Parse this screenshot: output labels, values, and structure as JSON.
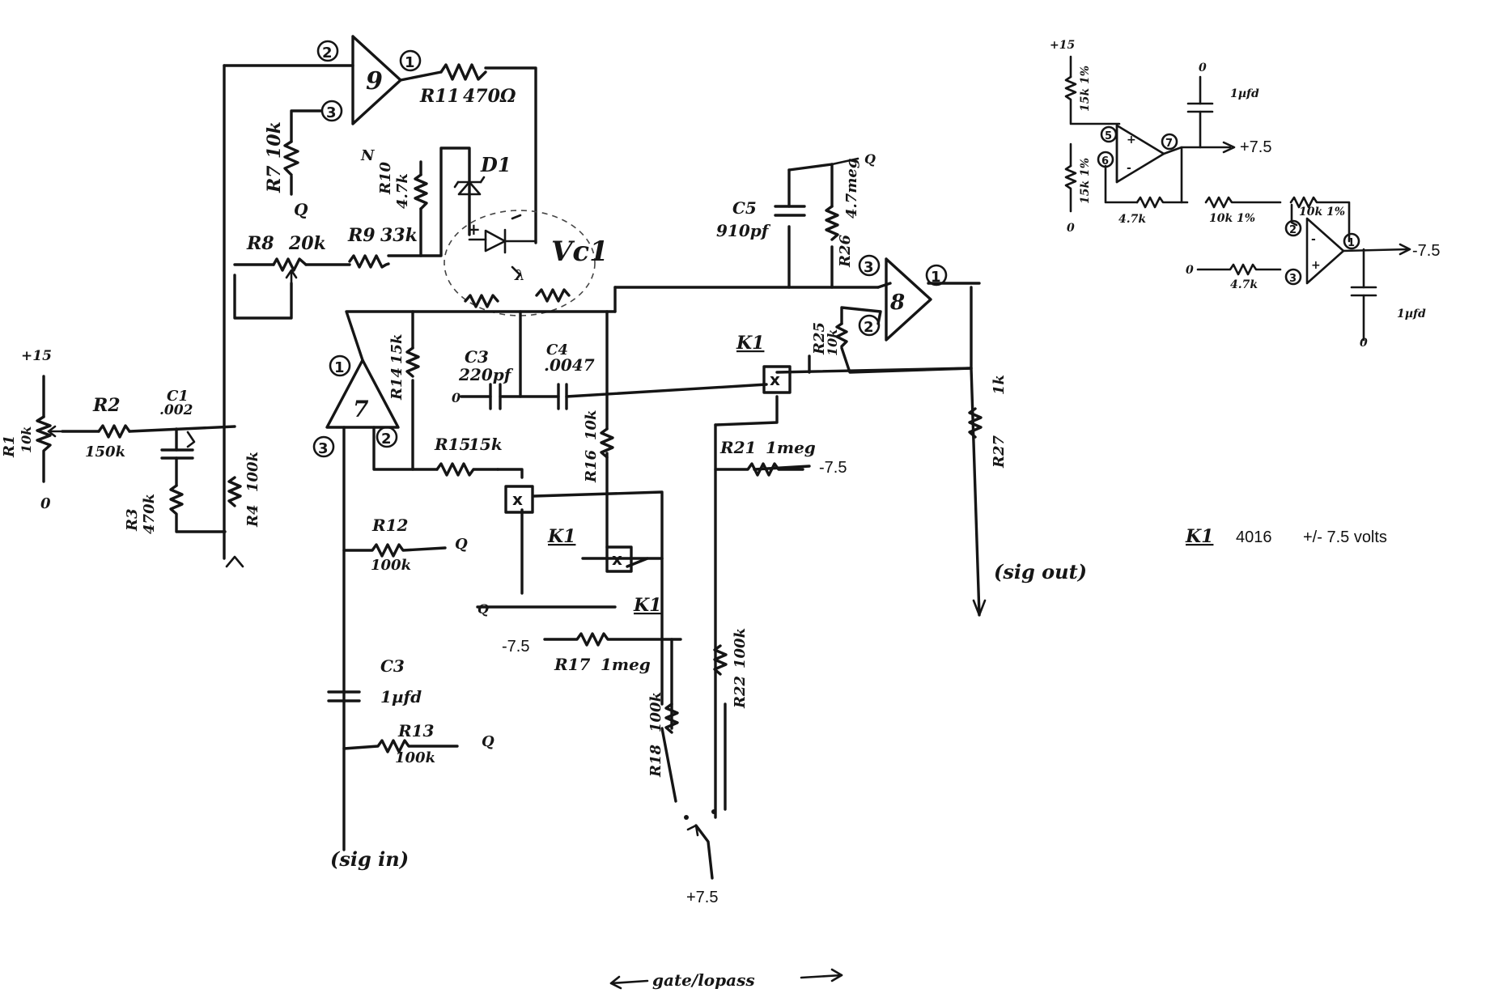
{
  "opamps": {
    "u9": "9",
    "u7": "7",
    "u8": "8"
  },
  "pins": {
    "u9_in_a": "2",
    "u9_in_b": "3",
    "u9_out": "1",
    "u7_out": "1",
    "u7_in_a": "2",
    "u7_in_b": "3",
    "u8_in_a": "3",
    "u8_in_b": "2",
    "u8_out": "1",
    "buf_in_a": "5",
    "buf_in_b": "6",
    "buf_out": "7",
    "inv_in_a": "2",
    "inv_in_b": "3",
    "inv_out": "1"
  },
  "components": {
    "r1": "R1",
    "r1_val": "10k",
    "r2": "R2",
    "r2_val": "150k",
    "c1": "C1",
    "c1_val": ".002",
    "r3": "R3",
    "r3_val": "470k",
    "r4": "R4",
    "r4_val": "100k",
    "r7": "R7",
    "r7_val": "10k",
    "r8": "R8",
    "r8_val": "20k",
    "r9": "R9",
    "r9_val": "33k",
    "r10": "R10",
    "r10_val": "4.7k",
    "r11": "R11",
    "r11_val": "470Ω",
    "d1": "D1",
    "vc1": "Vc1",
    "r14": "R14",
    "r14_val": "15k",
    "c3a": "C3",
    "c3a_val": "220pf",
    "c4": "C4",
    "c4_val": ".0047",
    "r15": "R15",
    "r15_val": "15k",
    "r16": "R16",
    "r16_val": "10k",
    "c5": "C5",
    "c5_val": "910pf",
    "r26": "R26",
    "r26_val": "4.7meg",
    "r25": "R25",
    "r25_val": "10k",
    "r21": "R21",
    "r21_val": "1meg",
    "r27": "R27",
    "r27_val": "1k",
    "r12": "R12",
    "r12_val": "100k",
    "r17": "R17",
    "r17_val": "1meg",
    "c3b": "C3",
    "c3b_val": "1µfd",
    "r13": "R13",
    "r13_val": "100k",
    "r18": "R18",
    "r18_val": "100k",
    "r22": "R22",
    "r22_val": "100k",
    "k1": "K1"
  },
  "nodes": {
    "plus15": "+15",
    "zero": "0",
    "q": "Q",
    "n": "N",
    "plus": "+",
    "lambda": "λ",
    "minus75": "-7.5",
    "plus75": "+7.5"
  },
  "ports": {
    "sig_in": "(sig in)",
    "sig_out": "(sig out)",
    "switch_label": "gate/lopass"
  },
  "supply": {
    "plus15": "+15",
    "zero_a": "0",
    "zero_b": "0",
    "zero_c": "0",
    "zero_d": "0",
    "r_top": "15k 1%",
    "r_bot": "15k 1%",
    "r_fb": "4.7k",
    "r_in": "10k 1%",
    "r_fb2": "10k 1%",
    "r_gnd": "4.7k",
    "cap_top": "1µfd",
    "cap_bot": "1µfd",
    "out_pos": "+7.5",
    "out_neg": "-7.5",
    "opamp_plus": "+",
    "opamp_minus": "-"
  },
  "note": {
    "tag": "K1",
    "part": "4016",
    "volts": "+/- 7.5 volts"
  }
}
